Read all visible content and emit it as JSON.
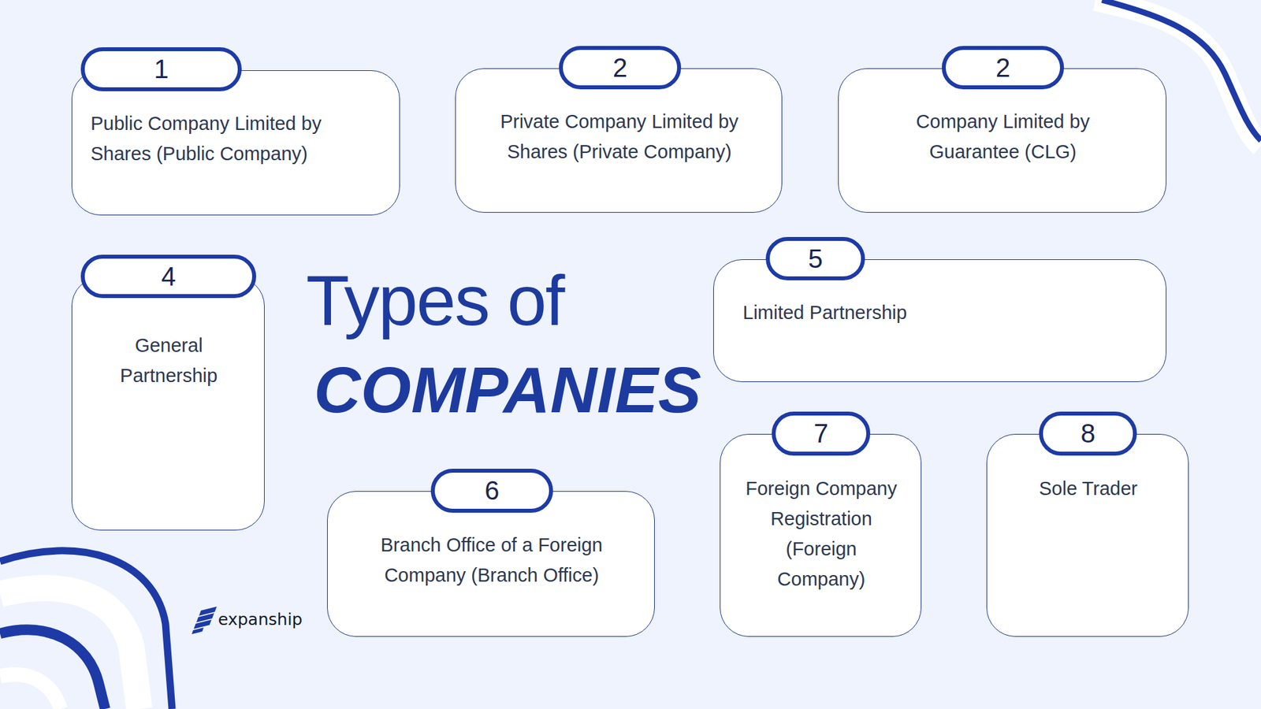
{
  "diagram": {
    "title": "Types of",
    "nodes": [
      {
        "text": [
          "1",
          "Public Company Limited by Shares (Public Company)"
        ]
      },
      {
        "text": [
          "2",
          "Private Company Limited by Shares (Private Company)"
        ]
      },
      {
        "text": [
          "2",
          "Company Limited by Guarantee (CLG)"
        ]
      },
      {
        "text": [
          "4",
          "General Partnership"
        ]
      },
      {
        "text": [
          "5",
          "Limited Partnership"
        ]
      },
      {
        "text": [
          "6",
          "Branch Office of a Foreign Company (Branch Office)"
        ]
      },
      {
        "text": [
          "7",
          "Foreign Company Registration (Foreign Company)"
        ]
      },
      {
        "text": [
          "8",
          "Sole Trader"
        ]
      }
    ],
    "labels": [
      "COMPANIES",
      "expanship"
    ]
  }
}
